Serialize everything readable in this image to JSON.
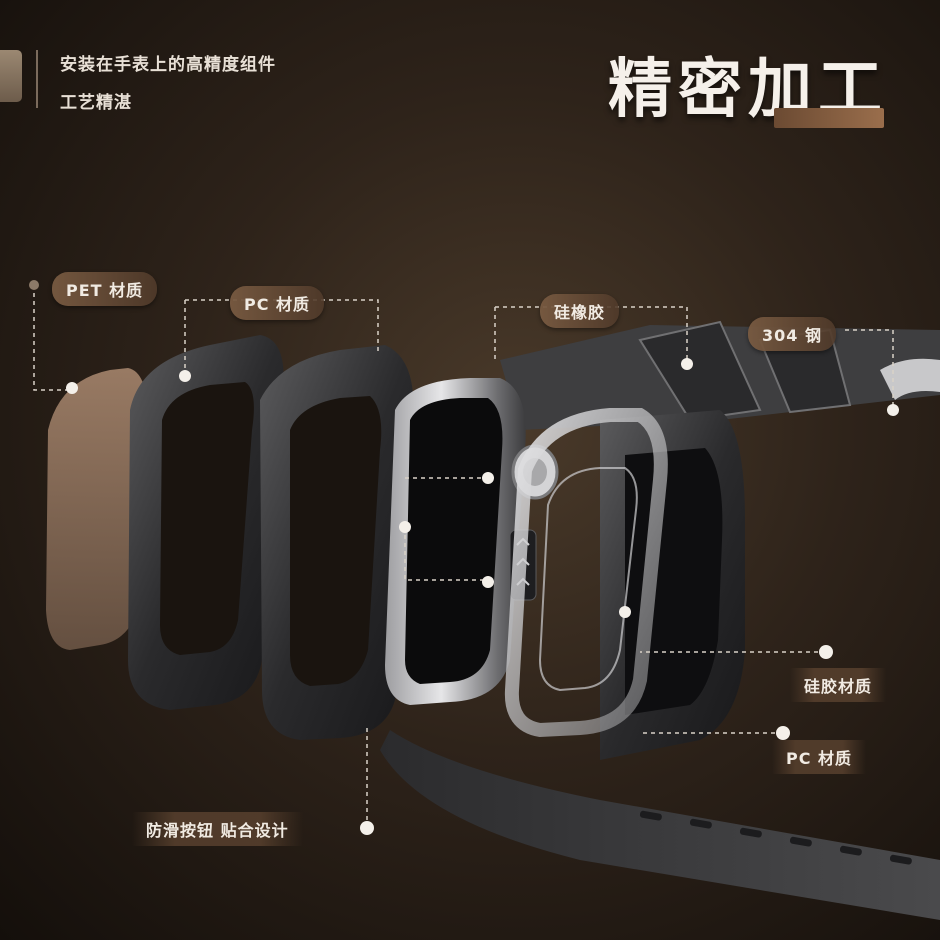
{
  "intro": {
    "line1": "安装在手表上的高精度组件",
    "line2": "工艺精湛"
  },
  "title": "精密加工",
  "labels": {
    "pet": "PET 材质",
    "pc_top": "PC 材质",
    "silicone_top": "硅橡胶",
    "steel": "304 钢",
    "silicone_right": "硅胶材质",
    "pc_right": "PC 材质",
    "button": "防滑按钮 贴合设计"
  },
  "colors": {
    "background": "#2e231a",
    "label_bg": "#785a41",
    "text": "#f1ebe3",
    "leader_line": "#d9d2c8"
  }
}
